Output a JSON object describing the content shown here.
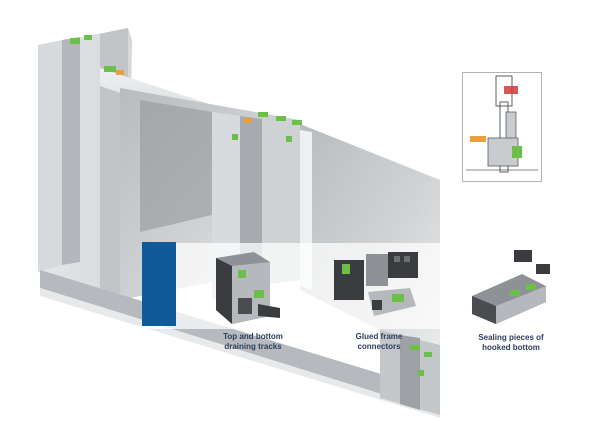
{
  "colors": {
    "accent_blue": "#105a9a",
    "aluminium": "#c9cccf",
    "aluminium_dark": "#8e9296",
    "seal_green": "#6cc04a",
    "seal_orange": "#e8a03c",
    "dark_part": "#3a3c40",
    "caption": "#2c3e5a"
  },
  "callouts": [
    {
      "label": "Top and bottom\ndraining tracks",
      "icon": "draining-tracks-part-icon"
    },
    {
      "label": "Glued frame\nconnectors",
      "icon": "frame-connectors-part-icon"
    },
    {
      "label": "Sealing pieces of\nhooked bottom",
      "icon": "sealing-pieces-part-icon"
    }
  ]
}
